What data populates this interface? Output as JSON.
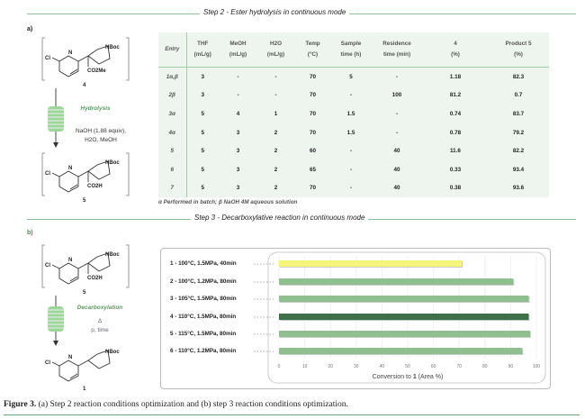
{
  "section_a": {
    "step_title": "Step 2 - Ester hydrolysis in continuous mode",
    "panel_label": "a)",
    "scheme": {
      "reactant": {
        "id": "4",
        "cl": "Cl",
        "n": "N",
        "nboc": "NBoc",
        "group": "CO2Me"
      },
      "product": {
        "id": "5",
        "cl": "Cl",
        "n": "N",
        "nboc": "NBoc",
        "group": "CO2H"
      },
      "reaction_name": "Hydrolysis",
      "conditions_line1": "NaOH (1.88 equiv),",
      "conditions_line2": "H2O, MeOH"
    },
    "table": {
      "headers": [
        [
          "Entry",
          ""
        ],
        [
          "THF",
          "(mL/g)"
        ],
        [
          "MeOH",
          "(mL/g)"
        ],
        [
          "H2O",
          "(mL/g)"
        ],
        [
          "Temp",
          "(°C)"
        ],
        [
          "Sample",
          "time (h)"
        ],
        [
          "Residence",
          "time (min)"
        ],
        [
          "4",
          "(%)"
        ],
        [
          "Product 5",
          "(%)"
        ]
      ],
      "rows": [
        [
          "1α,β",
          "3",
          "-",
          "-",
          "70",
          "5",
          "-",
          "1.18",
          "82.3"
        ],
        [
          "2β",
          "3",
          "-",
          "-",
          "70",
          "-",
          "100",
          "81.2",
          "0.7"
        ],
        [
          "3α",
          "5",
          "4",
          "1",
          "70",
          "1.5",
          "-",
          "0.74",
          "83.7"
        ],
        [
          "4α",
          "5",
          "3",
          "2",
          "70",
          "1.5",
          "-",
          "0.78",
          "79.2"
        ],
        [
          "5",
          "5",
          "3",
          "2",
          "60",
          "-",
          "40",
          "11.6",
          "82.2"
        ],
        [
          "6",
          "5",
          "3",
          "2",
          "65",
          "-",
          "40",
          "0.33",
          "93.4"
        ],
        [
          "7",
          "5",
          "3",
          "2",
          "70",
          "-",
          "40",
          "0.38",
          "93.6"
        ]
      ],
      "footnote": "α Performed in batch; β NaOH 4M aqueous solution"
    }
  },
  "section_b": {
    "step_title": "Step 3 - Decarboxylative reaction in continuous mode",
    "panel_label": "b)",
    "scheme": {
      "reactant": {
        "id": "5",
        "cl": "Cl",
        "n": "N",
        "nboc": "NBoc",
        "group": "CO2H"
      },
      "product": {
        "id": "1",
        "cl": "Cl",
        "n": "N",
        "nboc": "NBoc"
      },
      "reaction_name": "Decarboxylation",
      "conditions_line1": "Δ",
      "conditions_line2": "p, time"
    }
  },
  "chart_data": {
    "type": "bar",
    "orientation": "horizontal",
    "categories": [
      "1 - 100°C, 1.5MPa, 40min",
      "2 - 100°C, 1.2MPa, 80min",
      "3 - 105°C, 1.5MPa, 80min",
      "4 - 110°C, 1.5MPa, 80min",
      "5 - 115°C, 1.5MPa, 80min",
      "6 - 110°C, 1.2MPa, 80min"
    ],
    "values": [
      71,
      91,
      97,
      97,
      97.5,
      94.5
    ],
    "bar_colors": [
      "#f4f47a",
      "#8fbf8f",
      "#8fbf8f",
      "#3d7048",
      "#8fbf8f",
      "#8fbf8f"
    ],
    "xlabel_prefix": "Conversion to ",
    "xlabel_bold": "1",
    "xlabel_suffix": " (Area %)",
    "xlim": [
      0,
      100
    ],
    "xticks": [
      "0",
      "10",
      "20",
      "30",
      "40",
      "50",
      "60",
      "70",
      "80",
      "90",
      "100"
    ],
    "grid": true
  },
  "caption": {
    "label": "Figure 3.",
    "text": " (a) Step 2 reaction conditions optimization and (b) step 3 reaction conditions optimization."
  }
}
